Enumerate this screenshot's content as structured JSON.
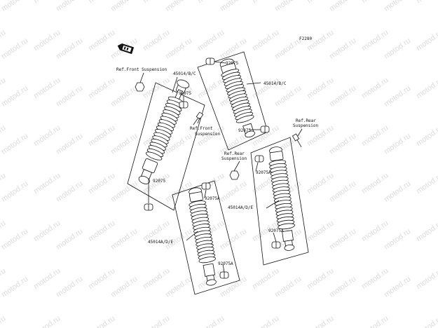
{
  "watermark": "motod.ru",
  "figure_code": "F2280",
  "labels": {
    "ref_front_suspension_1": "Ref.Front Suspension",
    "part_45014_bc_left": "45014/B/C",
    "part_92075_a": "92075",
    "ref_front_suspension_2_line1": "Ref.Front",
    "ref_front_suspension_2_line2": "Suspension",
    "part_92075_b": "92075",
    "part_92075_top": "92075",
    "part_45014_bc_right": "45014/B/C",
    "part_92075_c": "92075",
    "ref_rear_suspension_1_line1": "Ref.Rear",
    "ref_rear_suspension_1_line2": "Suspension",
    "ref_rear_suspension_2_line1": "Ref.Rear",
    "ref_rear_suspension_2_line2": "Suspension",
    "part_92075a_1": "92075A",
    "part_92075a_2": "92075A",
    "part_45014_ade_right": "45014A/D/E",
    "part_45014_ade_left": "45014A/D/E",
    "part_92075a_3": "92075A",
    "part_92075a_4": "92075A"
  },
  "icons": {
    "front_indicator": "front-arrow-icon"
  }
}
